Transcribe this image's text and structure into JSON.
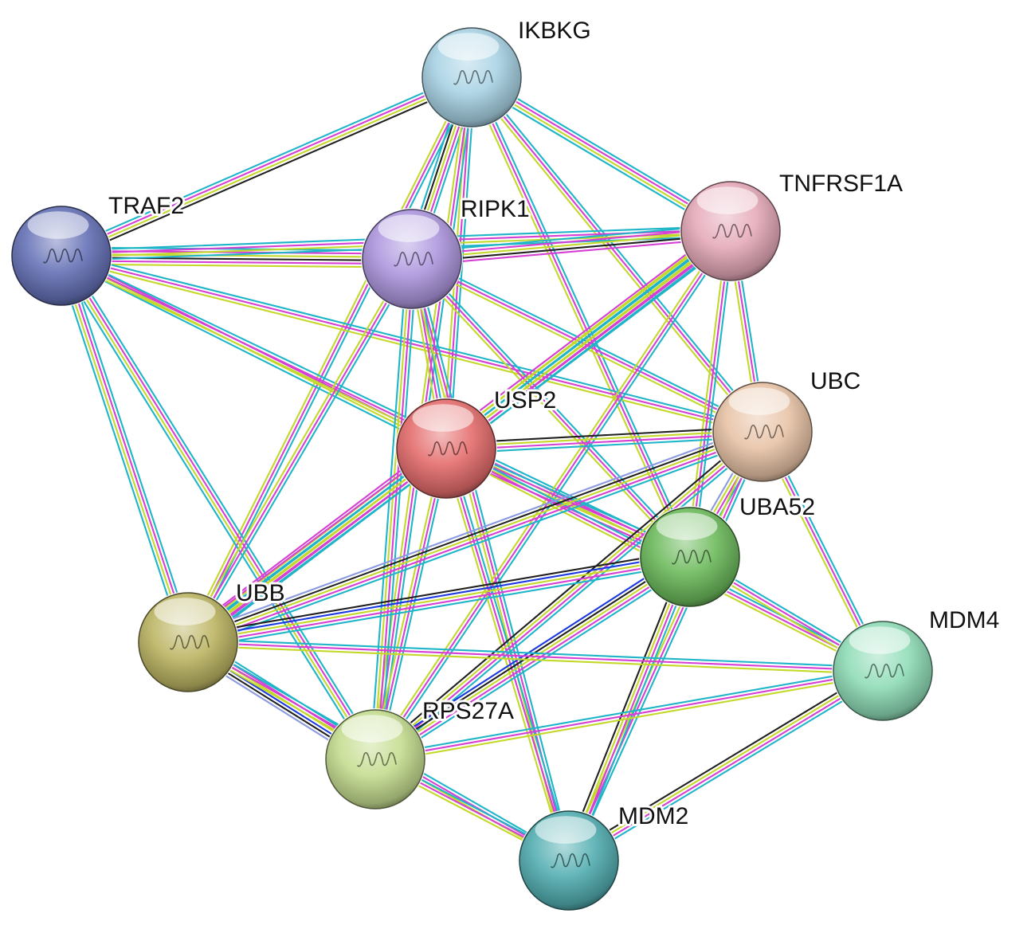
{
  "network": {
    "edge_colors": {
      "curated_db": "#1fb5c8",
      "experimental": "#d63fd3",
      "text_mining": "#c4d82a",
      "coexpression": "#202020",
      "homology": "#8b9ae0",
      "gene_fusion": "#1b39e0"
    },
    "nodes": [
      {
        "id": "IKBKG",
        "label": "IKBKG",
        "color": "#a8d2e4"
      },
      {
        "id": "TRAF2",
        "label": "TRAF2",
        "color": "#6571b6"
      },
      {
        "id": "RIPK1",
        "label": "RIPK1",
        "color": "#ad97de"
      },
      {
        "id": "TNFRSF1A",
        "label": "TNFRSF1A",
        "color": "#e5a9b9"
      },
      {
        "id": "USP2",
        "label": "USP2",
        "color": "#e46c6c"
      },
      {
        "id": "UBC",
        "label": "UBC",
        "color": "#e8c3a6"
      },
      {
        "id": "UBA52",
        "label": "UBA52",
        "color": "#6cba5c"
      },
      {
        "id": "UBB",
        "label": "UBB",
        "color": "#bcb563"
      },
      {
        "id": "MDM4",
        "label": "MDM4",
        "color": "#8fdcb7"
      },
      {
        "id": "RPS27A",
        "label": "RPS27A",
        "color": "#c5dd90"
      },
      {
        "id": "MDM2",
        "label": "MDM2",
        "color": "#53aeb1"
      }
    ],
    "edges": [
      {
        "s": "IKBKG",
        "t": "TRAF2",
        "types": [
          "coexpression",
          "text_mining",
          "experimental",
          "curated_db"
        ]
      },
      {
        "s": "IKBKG",
        "t": "RIPK1",
        "types": [
          "curated_db",
          "experimental",
          "text_mining",
          "coexpression",
          "curated_db"
        ]
      },
      {
        "s": "IKBKG",
        "t": "TNFRSF1A",
        "types": [
          "curated_db",
          "experimental",
          "text_mining",
          "curated_db"
        ]
      },
      {
        "s": "IKBKG",
        "t": "USP2",
        "types": [
          "curated_db",
          "experimental",
          "text_mining"
        ]
      },
      {
        "s": "IKBKG",
        "t": "UBC",
        "types": [
          "curated_db",
          "experimental",
          "text_mining"
        ]
      },
      {
        "s": "IKBKG",
        "t": "UBA52",
        "types": [
          "curated_db",
          "experimental",
          "text_mining"
        ]
      },
      {
        "s": "IKBKG",
        "t": "UBB",
        "types": [
          "curated_db",
          "experimental",
          "text_mining"
        ]
      },
      {
        "s": "IKBKG",
        "t": "RPS27A",
        "types": [
          "curated_db",
          "experimental",
          "text_mining"
        ]
      },
      {
        "s": "TRAF2",
        "t": "RIPK1",
        "types": [
          "curated_db",
          "experimental",
          "text_mining",
          "coexpression",
          "experimental",
          "text_mining"
        ]
      },
      {
        "s": "TRAF2",
        "t": "TNFRSF1A",
        "types": [
          "curated_db",
          "experimental",
          "text_mining",
          "curated_db"
        ]
      },
      {
        "s": "TRAF2",
        "t": "USP2",
        "types": [
          "experimental",
          "text_mining",
          "curated_db"
        ]
      },
      {
        "s": "TRAF2",
        "t": "UBC",
        "types": [
          "curated_db",
          "experimental",
          "text_mining"
        ]
      },
      {
        "s": "TRAF2",
        "t": "UBA52",
        "types": [
          "curated_db",
          "experimental",
          "text_mining"
        ]
      },
      {
        "s": "TRAF2",
        "t": "UBB",
        "types": [
          "curated_db",
          "experimental",
          "text_mining",
          "curated_db"
        ]
      },
      {
        "s": "TRAF2",
        "t": "RPS27A",
        "types": [
          "curated_db",
          "experimental",
          "text_mining",
          "curated_db"
        ]
      },
      {
        "s": "RIPK1",
        "t": "TNFRSF1A",
        "types": [
          "curated_db",
          "experimental",
          "text_mining",
          "coexpression",
          "experimental"
        ]
      },
      {
        "s": "RIPK1",
        "t": "USP2",
        "types": [
          "curated_db",
          "experimental",
          "text_mining"
        ]
      },
      {
        "s": "RIPK1",
        "t": "UBC",
        "types": [
          "curated_db",
          "experimental",
          "text_mining"
        ]
      },
      {
        "s": "RIPK1",
        "t": "UBA52",
        "types": [
          "curated_db",
          "experimental",
          "text_mining"
        ]
      },
      {
        "s": "RIPK1",
        "t": "UBB",
        "types": [
          "curated_db",
          "experimental",
          "text_mining"
        ]
      },
      {
        "s": "RIPK1",
        "t": "RPS27A",
        "types": [
          "curated_db",
          "experimental",
          "text_mining",
          "curated_db"
        ]
      },
      {
        "s": "RIPK1",
        "t": "MDM2",
        "types": [
          "curated_db",
          "experimental",
          "text_mining"
        ]
      },
      {
        "s": "TNFRSF1A",
        "t": "USP2",
        "types": [
          "curated_db",
          "experimental",
          "text_mining",
          "curated_db",
          "text_mining"
        ]
      },
      {
        "s": "TNFRSF1A",
        "t": "UBC",
        "types": [
          "curated_db",
          "experimental",
          "text_mining"
        ]
      },
      {
        "s": "TNFRSF1A",
        "t": "UBA52",
        "types": [
          "curated_db",
          "experimental",
          "text_mining"
        ]
      },
      {
        "s": "TNFRSF1A",
        "t": "UBB",
        "types": [
          "curated_db",
          "experimental",
          "text_mining",
          "curated_db",
          "text_mining",
          "experimental"
        ]
      },
      {
        "s": "TNFRSF1A",
        "t": "RPS27A",
        "types": [
          "curated_db",
          "experimental",
          "text_mining"
        ]
      },
      {
        "s": "USP2",
        "t": "UBC",
        "types": [
          "coexpression",
          "text_mining",
          "experimental",
          "curated_db"
        ]
      },
      {
        "s": "USP2",
        "t": "UBA52",
        "types": [
          "curated_db",
          "experimental",
          "text_mining",
          "experimental"
        ]
      },
      {
        "s": "USP2",
        "t": "UBB",
        "types": [
          "curated_db",
          "experimental",
          "text_mining",
          "curated_db",
          "experimental"
        ]
      },
      {
        "s": "USP2",
        "t": "RPS27A",
        "types": [
          "curated_db",
          "experimental",
          "text_mining"
        ]
      },
      {
        "s": "USP2",
        "t": "MDM2",
        "types": [
          "curated_db",
          "experimental",
          "text_mining"
        ]
      },
      {
        "s": "USP2",
        "t": "MDM4",
        "types": [
          "curated_db",
          "experimental",
          "text_mining"
        ]
      },
      {
        "s": "UBC",
        "t": "UBA52",
        "types": [
          "curated_db",
          "experimental",
          "text_mining",
          "homology"
        ]
      },
      {
        "s": "UBC",
        "t": "UBB",
        "types": [
          "curated_db",
          "experimental",
          "text_mining",
          "coexpression",
          "homology"
        ]
      },
      {
        "s": "UBC",
        "t": "RPS27A",
        "types": [
          "curated_db",
          "experimental",
          "text_mining",
          "coexpression"
        ]
      },
      {
        "s": "UBC",
        "t": "MDM4",
        "types": [
          "curated_db",
          "experimental",
          "text_mining"
        ]
      },
      {
        "s": "UBC",
        "t": "MDM2",
        "types": [
          "curated_db",
          "experimental",
          "text_mining"
        ]
      },
      {
        "s": "UBA52",
        "t": "UBB",
        "types": [
          "curated_db",
          "experimental",
          "text_mining",
          "gene_fusion",
          "coexpression"
        ]
      },
      {
        "s": "UBA52",
        "t": "RPS27A",
        "types": [
          "curated_db",
          "experimental",
          "text_mining",
          "coexpression",
          "gene_fusion"
        ]
      },
      {
        "s": "UBA52",
        "t": "MDM4",
        "types": [
          "curated_db",
          "experimental",
          "text_mining"
        ]
      },
      {
        "s": "UBA52",
        "t": "MDM2",
        "types": [
          "curated_db",
          "experimental",
          "text_mining",
          "coexpression"
        ]
      },
      {
        "s": "UBB",
        "t": "RPS27A",
        "types": [
          "curated_db",
          "experimental",
          "text_mining",
          "gene_fusion",
          "coexpression",
          "homology"
        ]
      },
      {
        "s": "UBB",
        "t": "MDM4",
        "types": [
          "curated_db",
          "experimental",
          "text_mining"
        ]
      },
      {
        "s": "UBB",
        "t": "MDM2",
        "types": [
          "curated_db",
          "experimental",
          "text_mining"
        ]
      },
      {
        "s": "RPS27A",
        "t": "MDM4",
        "types": [
          "curated_db",
          "experimental",
          "text_mining"
        ]
      },
      {
        "s": "RPS27A",
        "t": "MDM2",
        "types": [
          "curated_db",
          "experimental",
          "text_mining"
        ]
      },
      {
        "s": "MDM4",
        "t": "MDM2",
        "types": [
          "curated_db",
          "experimental",
          "text_mining",
          "coexpression"
        ]
      }
    ]
  }
}
